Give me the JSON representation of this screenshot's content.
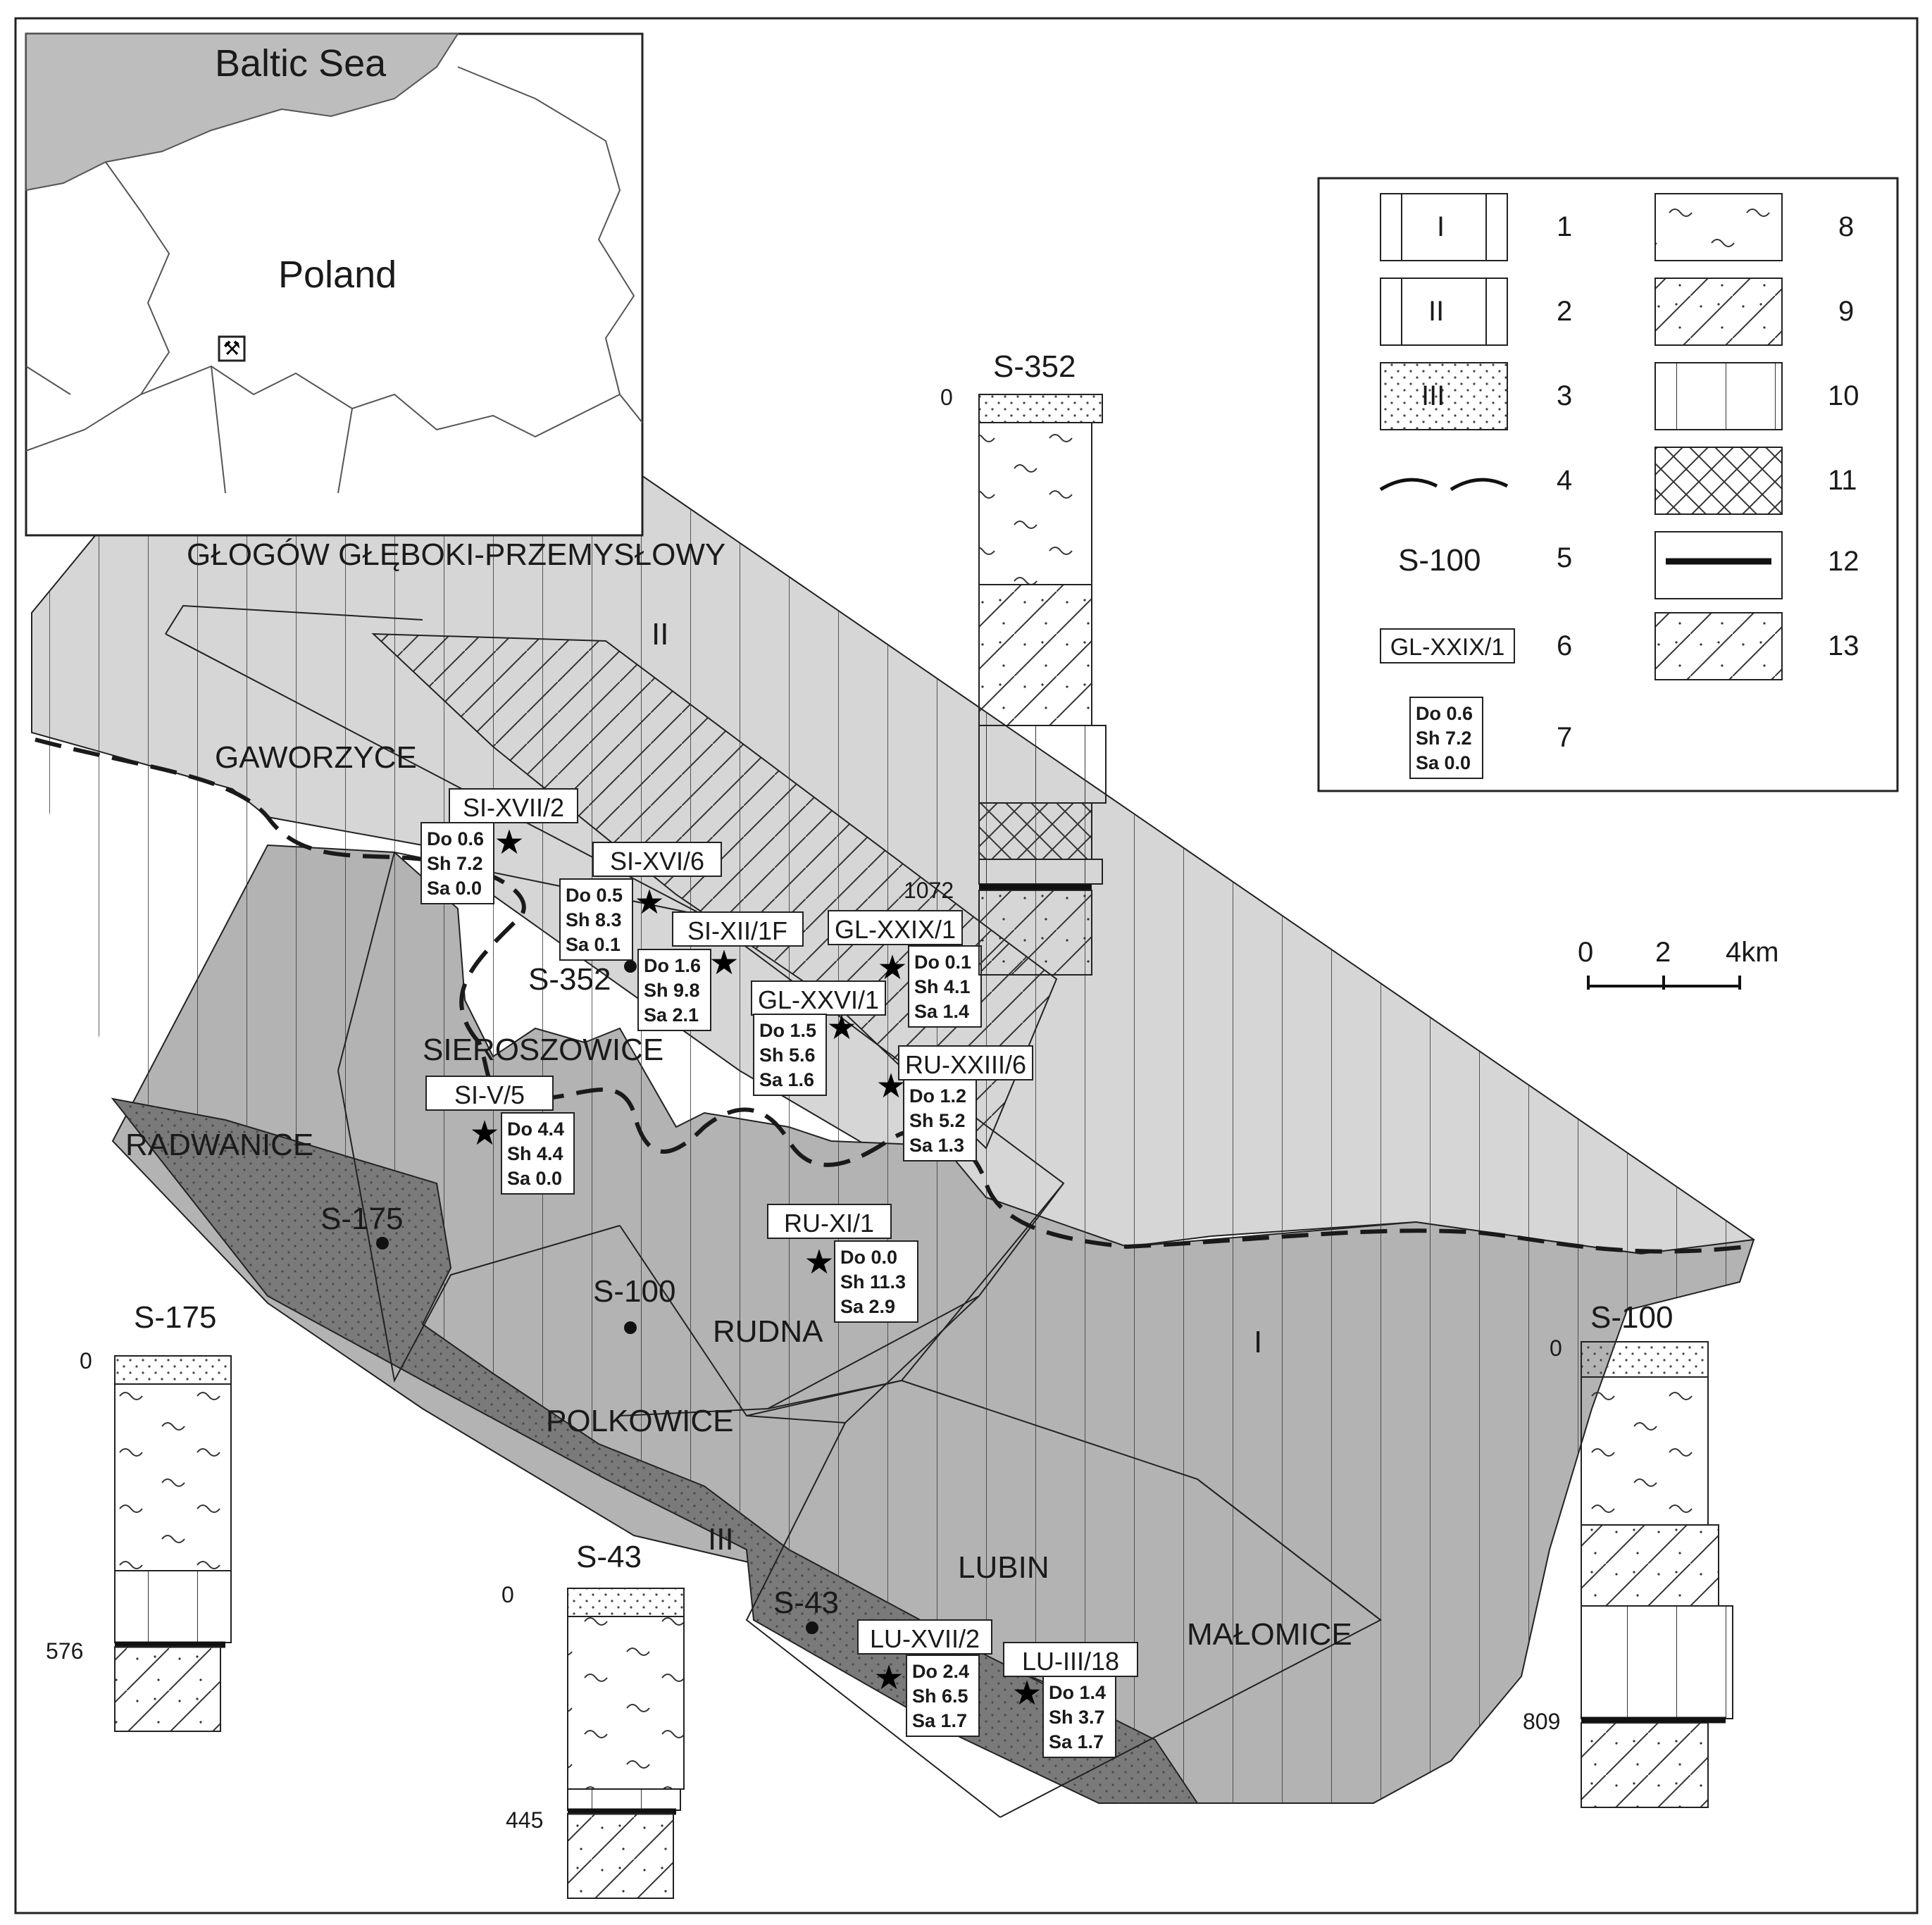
{
  "inset": {
    "sea_label": "Baltic Sea",
    "country_label": "Poland",
    "mine_symbol": "⚒"
  },
  "areas": {
    "glogow": "GŁOGÓW GŁĘBOKI-PRZEMYSŁOWY",
    "gaworzyce": "GAWORZYCE",
    "sieroszowice": "SIEROSZOWICE",
    "radwanice": "RADWANICE",
    "rudna": "RUDNA",
    "polkowice": "POLKOWICE",
    "lubin": "LUBIN",
    "malomice": "MAŁOMICE"
  },
  "roman": {
    "i": "I",
    "ii": "II",
    "iii": "III"
  },
  "boreholes_map": [
    "S-352",
    "S-175",
    "S-100",
    "S-43"
  ],
  "shafts": [
    {
      "name": "SI-XVII/2",
      "do": "Do 0.6",
      "sh": "Sh 7.2",
      "sa": "Sa 0.0"
    },
    {
      "name": "SI-XVI/6",
      "do": "Do 0.5",
      "sh": "Sh 8.3",
      "sa": "Sa 0.1"
    },
    {
      "name": "SI-XII/1F",
      "do": "Do 1.6",
      "sh": "Sh 9.8",
      "sa": "Sa 2.1"
    },
    {
      "name": "GL-XXIX/1",
      "do": "Do 0.1",
      "sh": "Sh 4.1",
      "sa": "Sa 1.4"
    },
    {
      "name": "GL-XXVI/1",
      "do": "Do 1.5",
      "sh": "Sh 5.6",
      "sa": "Sa 1.6"
    },
    {
      "name": "RU-XXIII/6",
      "do": "Do 1.2",
      "sh": "Sh 5.2",
      "sa": "Sa 1.3"
    },
    {
      "name": "SI-V/5",
      "do": "Do 4.4",
      "sh": "Sh 4.4",
      "sa": "Sa 0.0"
    },
    {
      "name": "RU-XI/1",
      "do": "Do 0.0",
      "sh": "Sh 11.3",
      "sa": "Sa 2.9"
    },
    {
      "name": "LU-XVII/2",
      "do": "Do 2.4",
      "sh": "Sh 6.5",
      "sa": "Sa 1.7"
    },
    {
      "name": "LU-III/18",
      "do": "Do 1.4",
      "sh": "Sh 3.7",
      "sa": "Sa 1.7"
    }
  ],
  "columns": [
    {
      "name": "S-352",
      "top": "0",
      "bottom": "1072"
    },
    {
      "name": "S-175",
      "top": "0",
      "bottom": "576"
    },
    {
      "name": "S-43",
      "top": "0",
      "bottom": "445"
    },
    {
      "name": "S-100",
      "top": "0",
      "bottom": "809"
    }
  ],
  "scale": {
    "t0": "0",
    "t2": "2",
    "t4": "4km"
  },
  "legend": {
    "n1": "1",
    "n2": "2",
    "n3": "3",
    "n4": "4",
    "n5": "5",
    "n6": "6",
    "n7": "7",
    "n8": "8",
    "n9": "9",
    "n10": "10",
    "n11": "11",
    "n12": "12",
    "n13": "13",
    "sym1": "I",
    "sym2": "II",
    "sym3": "III",
    "sym5": "S-100",
    "sym6": "GL-XXIX/1",
    "sym7_do": "Do 0.6",
    "sym7_sh": "Sh 7.2",
    "sym7_sa": "Sa 0.0"
  },
  "colors": {
    "zone1": "#b3b3b3",
    "zone2": "#d6d6d6",
    "zone3": "#7a7a7a",
    "sea": "#bdbdbd",
    "line": "#222222"
  }
}
